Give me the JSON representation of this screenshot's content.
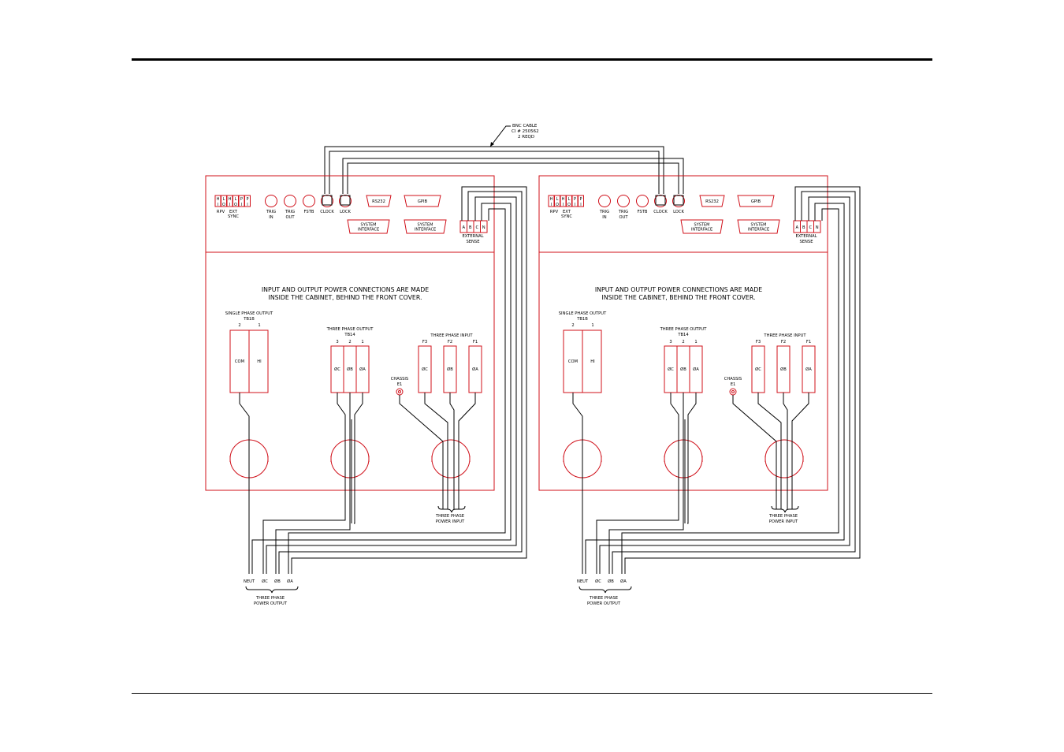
{
  "cable_label": [
    "BNC CABLE",
    "CI # 250562",
    "2 REQD"
  ],
  "units": [
    {
      "sync": {
        "tops": [
          "H",
          "L",
          "H",
          "L",
          "P",
          "P"
        ],
        "bottoms": [
          "I",
          "O",
          "I",
          "O",
          "I",
          "I"
        ],
        "label1": "RPV",
        "label2": "EXT",
        "label3": "SYNC"
      },
      "bnc": [
        [
          "TRIG",
          "IN"
        ],
        [
          "TRIG",
          "OUT"
        ],
        [
          "FSTB",
          ""
        ],
        [
          "CLOCK",
          ""
        ],
        [
          "LOCK",
          ""
        ]
      ],
      "ports": {
        "rs232": "RS232",
        "gpib": "GPIB",
        "sysint1": [
          "SYSTEM",
          "INTERFACE"
        ],
        "sysint2": [
          "SYSTEM",
          "INTERFACE"
        ]
      },
      "sense": {
        "terminals": [
          "A",
          "B",
          "C",
          "N"
        ],
        "label": [
          "EXTERNAL",
          "SENSE"
        ]
      },
      "notice": [
        "INPUT AND OUTPUT POWER CONNECTIONS ARE MADE",
        "INSIDE THE CABINET, BEHIND THE FRONT COVER."
      ],
      "single": {
        "title": "SINGLE PHASE OUTPUT",
        "tb": "TB1B",
        "nums": [
          "2",
          "1"
        ],
        "terms": [
          "COM",
          "HI"
        ]
      },
      "three_out": {
        "title": "THREE PHASE OUTPUT",
        "tb": "TB14",
        "nums": [
          "3",
          "2",
          "1"
        ],
        "terms": [
          "ØC",
          "ØB",
          "ØA"
        ]
      },
      "three_in": {
        "title": "THREE PHASE INPUT",
        "fuses": [
          "F3",
          "F2",
          "F1"
        ],
        "terms": [
          "ØC",
          "ØB",
          "ØA"
        ]
      },
      "chassis": [
        "CHASSIS",
        "E1"
      ],
      "input_bottom": [
        "THREE PHASE",
        "POWER INPUT"
      ],
      "out_wires": [
        "NEUT",
        "ØC",
        "ØB",
        "ØA"
      ],
      "output_bottom": [
        "THREE PHASE",
        "POWER OUTPUT"
      ]
    },
    {
      "sync": {
        "tops": [
          "H",
          "L",
          "H",
          "L",
          "P",
          "P"
        ],
        "bottoms": [
          "I",
          "O",
          "I",
          "O",
          "I",
          "I"
        ],
        "label1": "RPV",
        "label2": "EXT",
        "label3": "SYNC"
      },
      "bnc": [
        [
          "TRIG",
          "IN"
        ],
        [
          "TRIG",
          "OUT"
        ],
        [
          "FSTB",
          ""
        ],
        [
          "CLOCK",
          ""
        ],
        [
          "LOCK",
          ""
        ]
      ],
      "ports": {
        "rs232": "RS232",
        "gpib": "GPIB",
        "sysint1": [
          "SYSTEM",
          "INTERFACE"
        ],
        "sysint2": [
          "SYSTEM",
          "INTERFACE"
        ]
      },
      "sense": {
        "terminals": [
          "A",
          "B",
          "C",
          "N"
        ],
        "label": [
          "EXTERNAL",
          "SENSE"
        ]
      },
      "notice": [
        "INPUT AND OUTPUT POWER CONNECTIONS ARE MADE",
        "INSIDE THE CABINET, BEHIND THE FRONT COVER."
      ],
      "single": {
        "title": "SINGLE PHASE OUTPUT",
        "tb": "TB1B",
        "nums": [
          "2",
          "1"
        ],
        "terms": [
          "COM",
          "HI"
        ]
      },
      "three_out": {
        "title": "THREE PHASE OUTPUT",
        "tb": "TB14",
        "nums": [
          "3",
          "2",
          "1"
        ],
        "terms": [
          "ØC",
          "ØB",
          "ØA"
        ]
      },
      "three_in": {
        "title": "THREE PHASE INPUT",
        "fuses": [
          "F3",
          "F2",
          "F1"
        ],
        "terms": [
          "ØC",
          "ØB",
          "ØA"
        ]
      },
      "chassis": [
        "CHASSIS",
        "E1"
      ],
      "input_bottom": [
        "THREE PHASE",
        "POWER INPUT"
      ],
      "out_wires": [
        "NEUT",
        "ØC",
        "ØB",
        "ØA"
      ],
      "output_bottom": [
        "THREE PHASE",
        "POWER OUTPUT"
      ]
    }
  ]
}
